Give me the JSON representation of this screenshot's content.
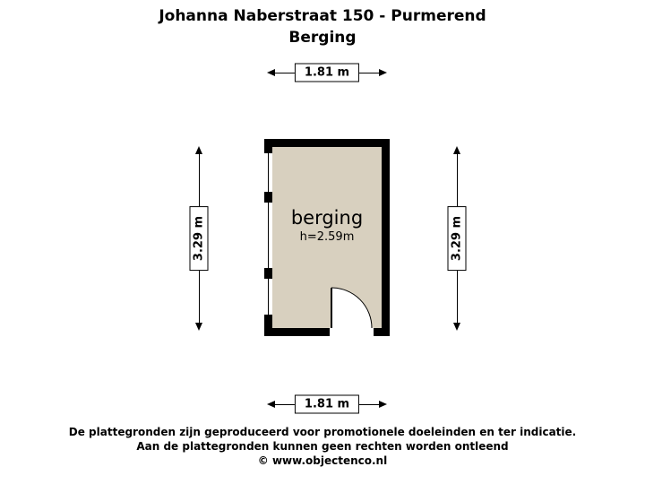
{
  "header": {
    "title_line1": "Johanna Naberstraat 150 - Purmerend",
    "title_line2": "Berging"
  },
  "floorplan": {
    "room": {
      "label": "berging",
      "height_label": "h=2.59m"
    },
    "dimensions": {
      "top": "1.81 m",
      "bottom": "1.81 m",
      "left": "3.29 m",
      "right": "3.29 m"
    }
  },
  "footer": {
    "disclaimer_line1": "De plattegronden zijn geproduceerd voor promotionele doeleinden en ter indicatie.",
    "disclaimer_line2": "Aan de plattegronden kunnen geen rechten worden ontleend",
    "credit": "© www.objectenco.nl"
  },
  "colors": {
    "wall": "#000000",
    "floor": "#d8d0bf",
    "background": "#ffffff",
    "text": "#000000"
  }
}
